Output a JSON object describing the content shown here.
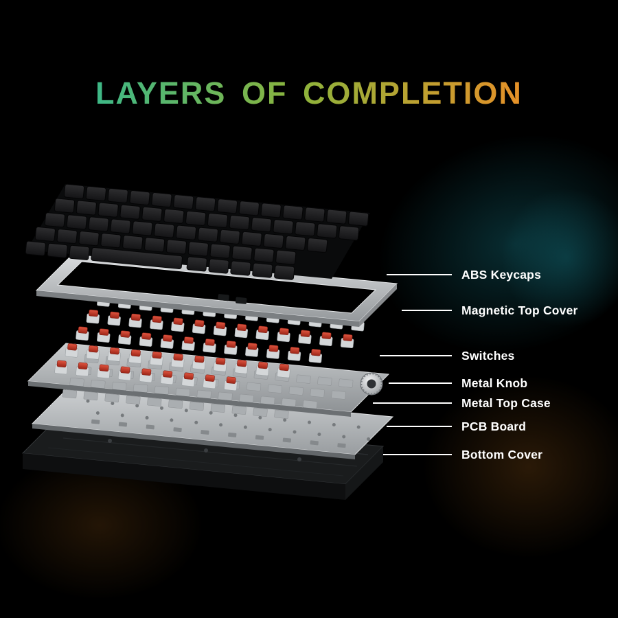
{
  "page": {
    "title": "LAYERS OF COMPLETION"
  },
  "callouts": {
    "items": [
      {
        "label": "ABS Keycaps"
      },
      {
        "label": "Magnetic Top Cover"
      },
      {
        "label": "Switches"
      },
      {
        "label": "Metal Knob"
      },
      {
        "label": "Metal Top Case"
      },
      {
        "label": "PCB Board"
      },
      {
        "label": "Bottom Cover"
      }
    ]
  },
  "colors": {
    "background": "#000000",
    "title_gradient_start": "#1db9a6",
    "title_gradient_mid": "#8cb43c",
    "title_gradient_end": "#ef8d26",
    "label_text": "#ffffff",
    "leader_line": "#ffffff",
    "switch_red_light": "#e05540",
    "switch_red_dark": "#9c2517",
    "metal_silver_light": "#dcdee0",
    "metal_silver_dark": "#95999c",
    "keycap_dark": "#2e2e30",
    "glow_teal": "#1a8c9b",
    "glow_amber": "#b06a1e"
  }
}
